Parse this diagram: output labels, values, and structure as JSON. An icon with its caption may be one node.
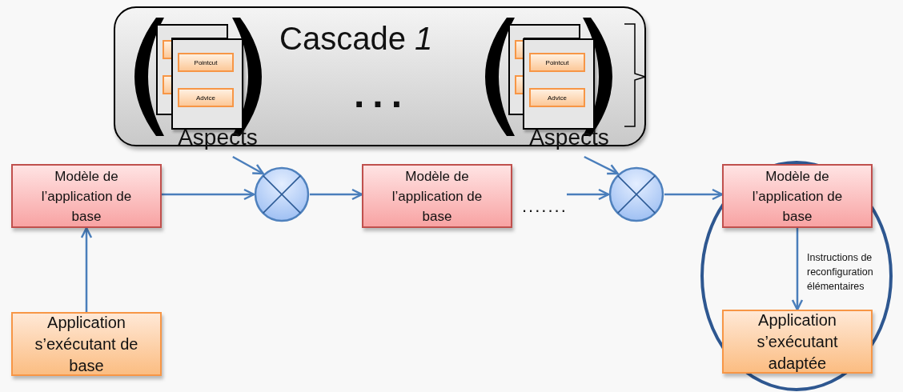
{
  "diagram": {
    "nodes": [
      {
        "text": [
          "Cascade *1*"
        ]
      },
      {
        "text": [
          "Aspects"
        ],
        "in": 0
      },
      {
        "text": [
          "Pointcut"
        ],
        "in": 1
      },
      {
        "text": [
          "Advice"
        ],
        "in": 1
      },
      {
        "text": [
          "Aspects"
        ],
        "in": 0
      },
      {
        "text": [
          "Pointcut"
        ],
        "in": 4
      },
      {
        "text": [
          "Advice"
        ],
        "in": 4
      },
      {
        "text": [
          "Modèle de l’application de base"
        ]
      },
      {
        "text": [],
        "shape": "circle"
      },
      {
        "text": [
          "Modèle de l’application de base"
        ]
      },
      {
        "text": [],
        "shape": "circle"
      },
      {
        "text": [
          "Modèle de l’application de base"
        ]
      },
      {
        "text": [
          "Application s’exécutant de base"
        ]
      },
      {
        "text": [
          "Application s’exécutant adaptée"
        ]
      },
      {
        "text": [],
        "shape": "box",
        "in": 0
      },
      {
        "text": [],
        "shape": "box",
        "in": 14
      },
      {
        "text": [],
        "shape": "box",
        "in": 14
      },
      {
        "text": [],
        "shape": "box",
        "in": 0
      },
      {
        "text": [],
        "shape": "box",
        "in": 17
      },
      {
        "text": [],
        "shape": "box",
        "in": 17
      }
    ],
    "edges": [
      {
        "from": 12,
        "to": 7,
        "arrow": "to"
      },
      {
        "from": 7,
        "to": 8,
        "arrow": "to"
      },
      {
        "from": 1,
        "to": 8,
        "arrow": "to"
      },
      {
        "from": 8,
        "to": 9,
        "arrow": "to"
      },
      {
        "from": null,
        "to": 10,
        "arrow": "to"
      },
      {
        "from": 4,
        "to": 10,
        "arrow": "to"
      },
      {
        "from": 10,
        "to": 11,
        "arrow": "to"
      },
      {
        "from": 11,
        "to": 13,
        "arrow": "to",
        "label": "Instructions de reconfiguration élémentaires"
      }
    ],
    "labels": [
      "...",
      "......."
    ]
  }
}
